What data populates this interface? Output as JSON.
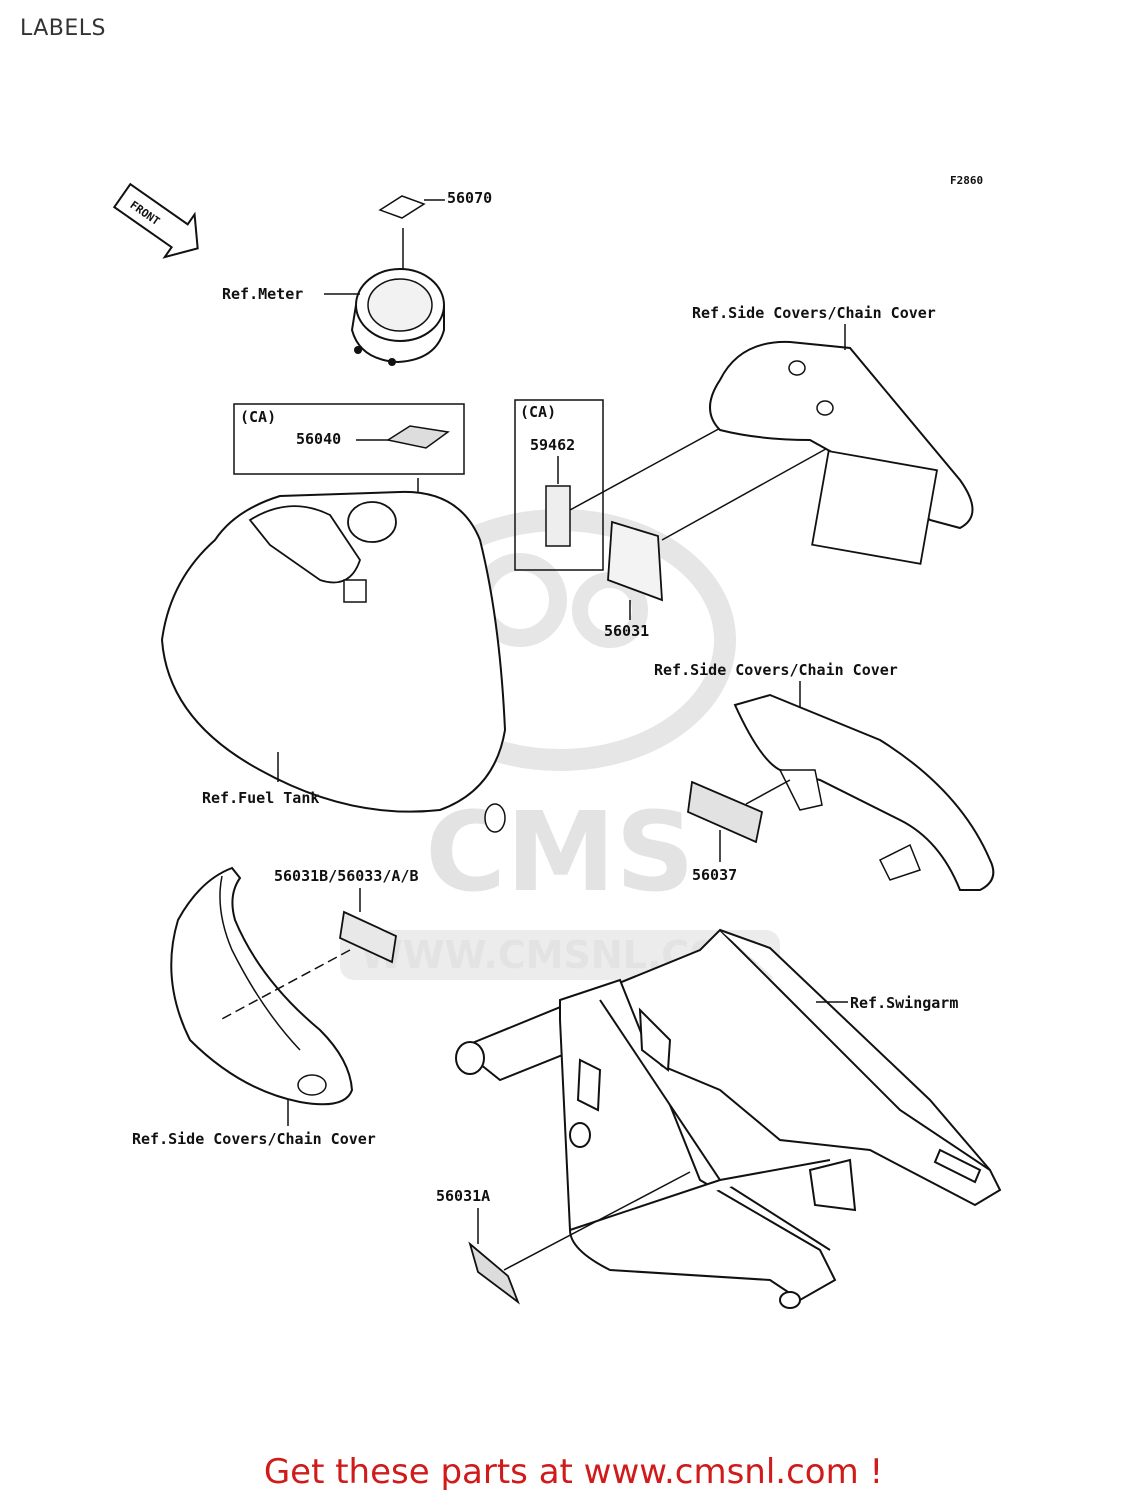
{
  "page_title": "LABELS",
  "figure_code": "F2860",
  "front_marker": "FRONT",
  "watermark": {
    "logo_text": "CMS",
    "url_text": "WWW.CMSNL.COM"
  },
  "part_labels": {
    "p56070": "56070",
    "p56040": "56040",
    "p59462": "59462",
    "p56031": "56031",
    "p56037": "56037",
    "p56031b": "56031B/56033/A/B",
    "p56031a": "56031A",
    "ca1": "(CA)",
    "ca2": "(CA)"
  },
  "ref_labels": {
    "meter": "Ref.Meter",
    "side_covers_top": "Ref.Side Covers/Chain Cover",
    "side_covers_mid": "Ref.Side Covers/Chain Cover",
    "fuel_tank": "Ref.Fuel Tank",
    "side_covers_bottom": "Ref.Side Covers/Chain Cover",
    "swingarm": "Ref.Swingarm"
  },
  "footer_text": "Get these parts at www.cmsnl.com !",
  "colors": {
    "footer": "#d11a1a",
    "line": "#111111",
    "watermark": "#e3e3e3"
  }
}
